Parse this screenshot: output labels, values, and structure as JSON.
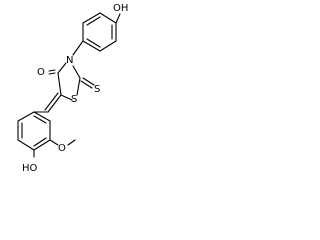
{
  "molecule": {
    "atoms": {
      "hydroxyl_top": "OH",
      "carbonyl_oxygen": "O",
      "ring_nitrogen": "N",
      "ring_sulfur": "S",
      "thione_sulfur": "S",
      "methoxy_oxygen": "O",
      "hydroxyl_bottom": "HO"
    }
  }
}
